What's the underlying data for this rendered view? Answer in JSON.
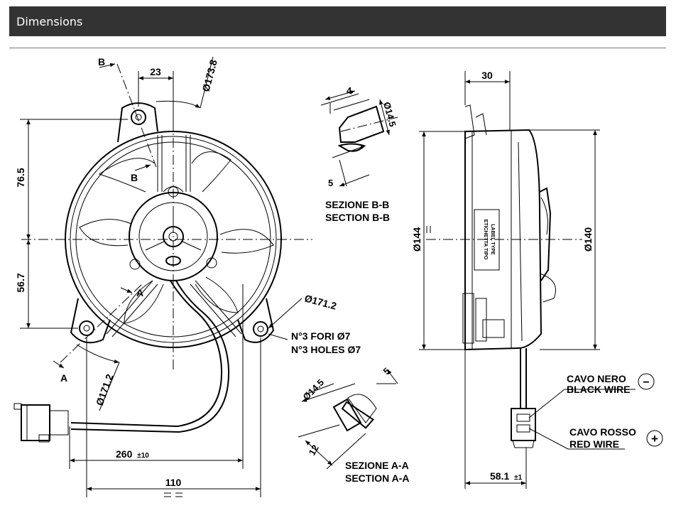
{
  "header": {
    "title": "Dimensions"
  },
  "front_view": {
    "dim_23": "23",
    "dim_173_8": "Ø173.8",
    "dim_76_5": "76.5",
    "dim_56_7": "56.7",
    "dim_171_2_upper": "Ø171.2",
    "dim_171_2_lower": "Ø171.2",
    "dim_260": "260",
    "dim_260_tol": "±10",
    "dim_110": "110",
    "holes_it": "N°3 FORI Ø7",
    "holes_en": "N°3 HOLES Ø7",
    "marker_b": "B",
    "marker_a": "A"
  },
  "section_bb": {
    "dim_4": "4",
    "dim_14_5": "Ø14.5",
    "dim_5": "5",
    "title_it": "SEZIONE B-B",
    "title_en": "SECTION B-B"
  },
  "section_aa": {
    "dim_14_5": "Ø14.5",
    "dim_5": "5",
    "dim_12": "12",
    "title_it": "SEZIONE A-A",
    "title_en": "SECTION A-A"
  },
  "side_view": {
    "dim_30": "30",
    "dim_144": "Ø144",
    "dim_140": "Ø140",
    "dim_58_1": "58.1",
    "dim_58_1_tol": "±1",
    "label_l1": "ETICHETTA TIPO",
    "label_l2": "LABEL TYPE",
    "black_it": "CAVO NERO",
    "black_en": "BLACK WIRE",
    "red_it": "CAVO ROSSO",
    "red_en": "RED WIRE",
    "minus_symbol": "−",
    "plus_symbol": "+"
  }
}
